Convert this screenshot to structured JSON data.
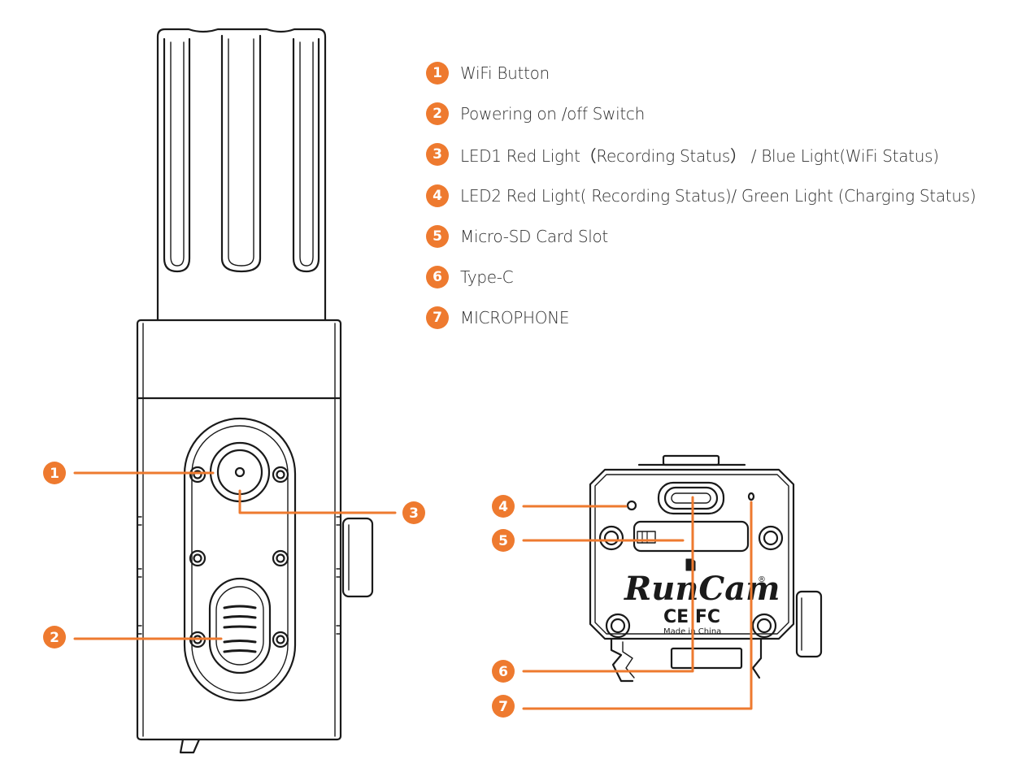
{
  "legend": [
    {
      "num": "1",
      "label": "WiFi Button"
    },
    {
      "num": "2",
      "label": "Powering on /off Switch"
    },
    {
      "num": "3",
      "label": "LED1  Red Light（Recording Status） / Blue Light(WiFi Status)"
    },
    {
      "num": "4",
      "label": "LED2  Red Light( Recording Status)/  Green Light (Charging Status)"
    },
    {
      "num": "5",
      "label": "Micro-SD Card Slot"
    },
    {
      "num": "6",
      "label": "Type-C"
    },
    {
      "num": "7",
      "label": "MICROPHONE"
    }
  ],
  "callouts": {
    "c1": "1",
    "c2": "2",
    "c3": "3",
    "c4": "4",
    "c5": "5",
    "c6": "6",
    "c7": "7"
  },
  "device": {
    "brand": "RunCam",
    "registered": "®",
    "certifications": "CE FC",
    "made_in": "Made in China"
  },
  "colors": {
    "accent": "#ee7a2f",
    "line": "#1a1a1a"
  }
}
